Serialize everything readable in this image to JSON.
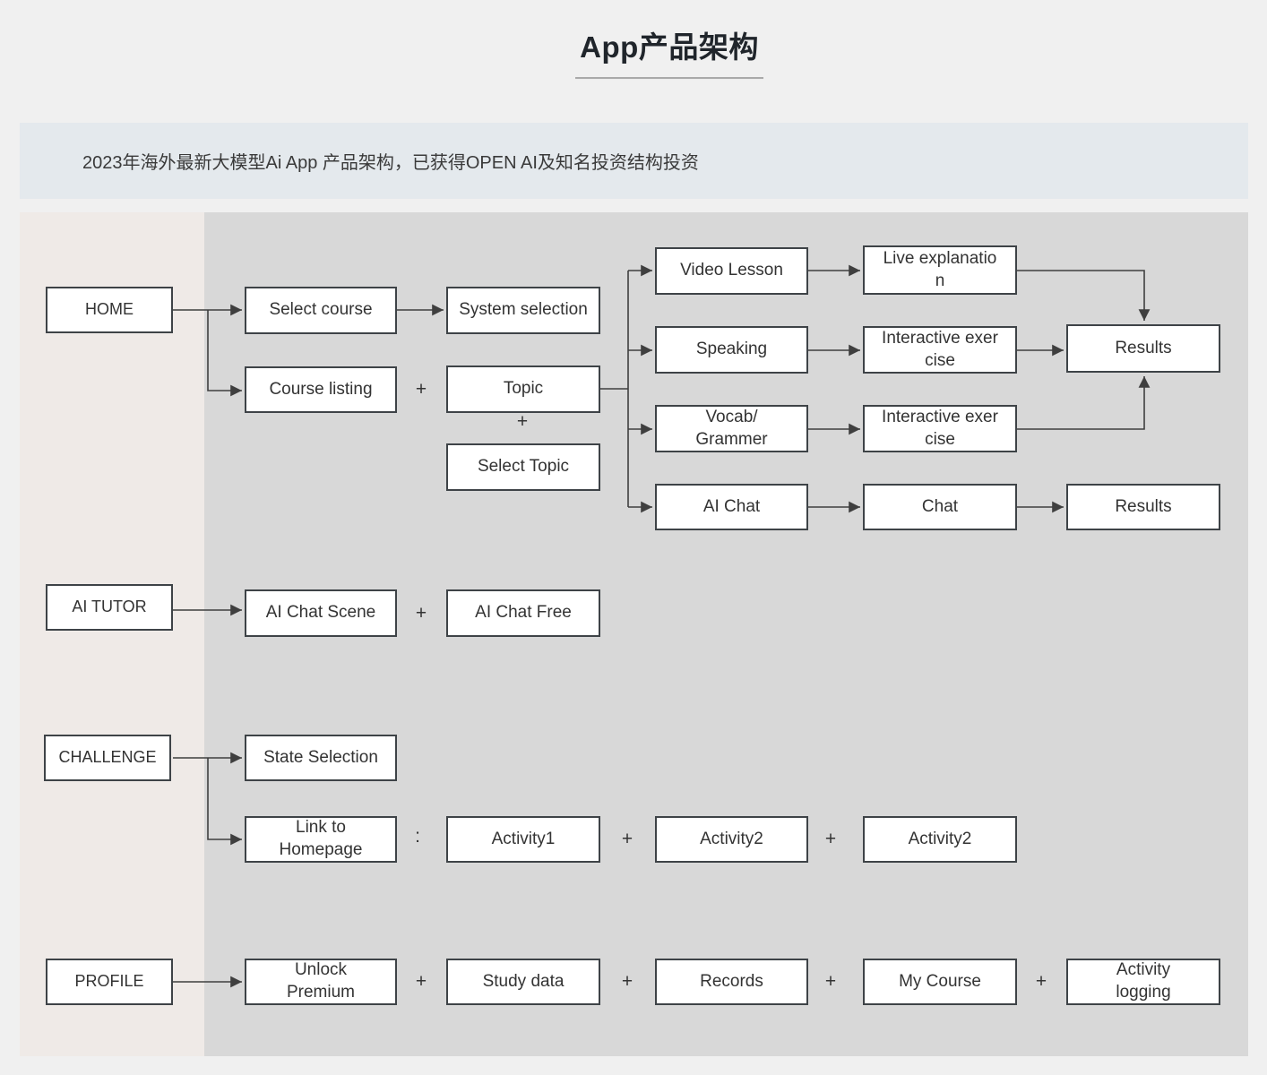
{
  "title": "App产品架构",
  "banner": {
    "text": "2023年海外最新大模型Ai App 产品架构，已获得OPEN AI及知名投资结构投资"
  },
  "colors": {
    "page_bg": "#f0f0f0",
    "banner_bg": "#e4e9ed",
    "left_strip_bg": "#efeae7",
    "diagram_bg": "#d8d8d8",
    "box_bg": "#ffffff",
    "box_border": "#3e4347",
    "line": "#3f3f3f",
    "text": "#333333"
  },
  "nodes": {
    "home": "HOME",
    "select_course": "Select course",
    "system_selection": "System selection",
    "course_listing": "Course listing",
    "topic": "Topic",
    "select_topic": "Select Topic",
    "video_lesson": "Video Lesson",
    "live_explanation": "Live explanatio\nn",
    "speaking": "Speaking",
    "interactive_exercise_1": "Interactive exer\ncise",
    "results_1": "Results",
    "vocab_grammer": "Vocab/\nGrammer",
    "interactive_exercise_2": "Interactive exer\ncise",
    "ai_chat": "AI Chat",
    "chat": "Chat",
    "results_2": "Results",
    "ai_tutor": "AI TUTOR",
    "ai_chat_scene": "AI Chat Scene",
    "ai_chat_free": "AI Chat Free",
    "challenge": "CHALLENGE",
    "state_selection": "State Selection",
    "link_to_homepage": "Link to\nHomepage",
    "activity1": "Activity1",
    "activity2_a": "Activity2",
    "activity2_b": "Activity2",
    "profile": "PROFILE",
    "unlock_premium": "Unlock\nPremium",
    "study_data": "Study data",
    "records": "Records",
    "my_course": "My Course",
    "activity_logging": "Activity\nlogging"
  },
  "operators": {
    "plus": "+",
    "colon": ":"
  }
}
